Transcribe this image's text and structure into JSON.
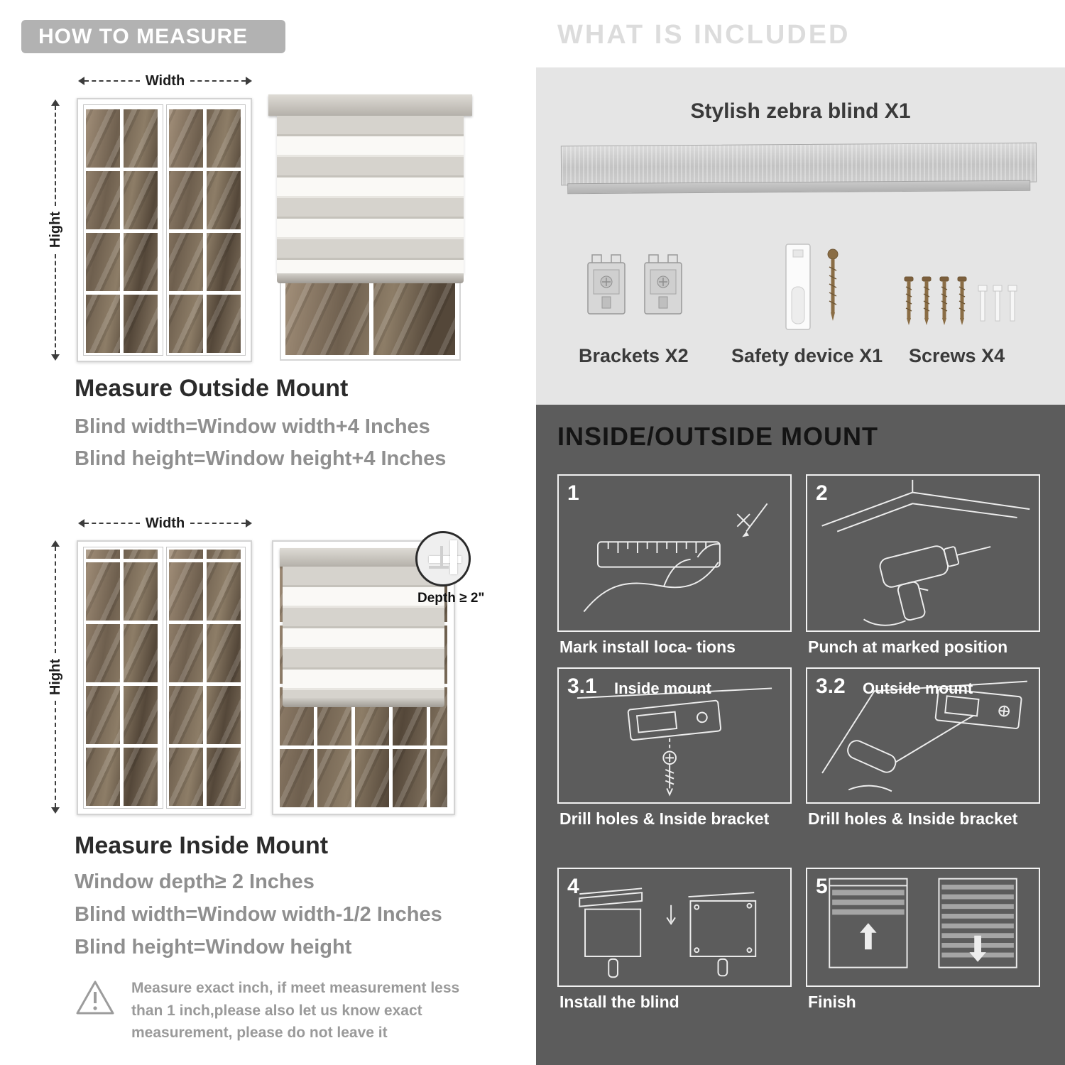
{
  "colors": {
    "banner_gray": "#b2b2b2",
    "included_panel": "#e5e5e5",
    "mount_panel": "#5c5c5c",
    "muted_text": "#8f8f8f"
  },
  "left": {
    "title": "HOW TO MEASURE",
    "outside": {
      "width_label": "Width",
      "height_label": "Hight",
      "heading": "Measure Outside Mount",
      "line1": "Blind width=Window width+4 Inches",
      "line2": "Blind height=Window height+4 Inches"
    },
    "inside": {
      "width_label": "Width",
      "height_label": "Hight",
      "depth_label": "Depth ≥ 2\"",
      "heading": "Measure Inside Mount",
      "line1": "Window depth≥ 2 Inches",
      "line2": "Blind width=Window width-1/2 Inches",
      "line3": "Blind height=Window height"
    },
    "note": "Measure exact inch, if meet measurement less\nthan 1 inch,please also let us know exact\nmeasurement, please do not leave it"
  },
  "right": {
    "included": {
      "title": "WHAT IS INCLUDED",
      "product": "Stylish zebra blind X1",
      "items": [
        {
          "label": "Brackets X2"
        },
        {
          "label": "Safety device X1"
        },
        {
          "label": "Screws X4"
        }
      ]
    },
    "mount": {
      "title": "INSIDE/OUTSIDE MOUNT",
      "steps": [
        {
          "num": "1",
          "sub": "",
          "caption": "Mark install loca- tions"
        },
        {
          "num": "2",
          "sub": "",
          "caption": "Punch at  marked position"
        },
        {
          "num": "3.1",
          "sub": "Inside mount",
          "caption": "Drill holes &  Inside bracket"
        },
        {
          "num": "3.2",
          "sub": "Outside mount",
          "caption": "Drill holes &  Inside bracket"
        },
        {
          "num": "4",
          "sub": "",
          "caption": "Install the blind"
        },
        {
          "num": "5",
          "sub": "",
          "caption": "Finish"
        }
      ]
    }
  }
}
